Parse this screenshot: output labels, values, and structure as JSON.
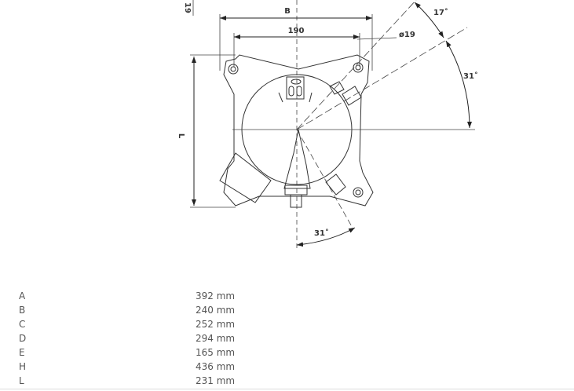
{
  "drawing": {
    "labels": {
      "h19": "19",
      "B": "B",
      "d190": "190",
      "dia19": "ø19",
      "a17": "17˚",
      "a31_right": "31˚",
      "L": "L",
      "a31_bottom": "31˚"
    }
  },
  "specs": [
    {
      "key": "A",
      "value": "392 mm"
    },
    {
      "key": "B",
      "value": "240 mm"
    },
    {
      "key": "C",
      "value": "252 mm"
    },
    {
      "key": "D",
      "value": "294 mm"
    },
    {
      "key": "E",
      "value": "165 mm"
    },
    {
      "key": "H",
      "value": "436 mm"
    },
    {
      "key": "L",
      "value": "231 mm"
    }
  ]
}
